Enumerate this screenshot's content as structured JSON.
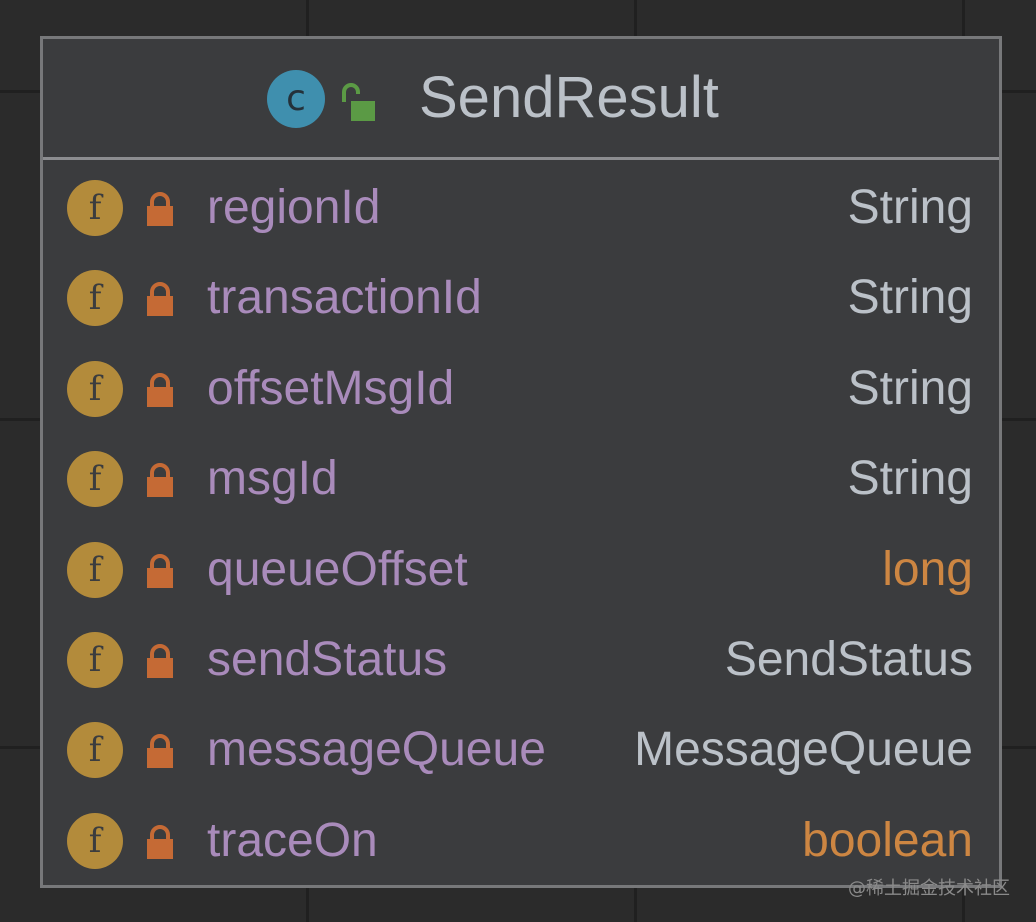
{
  "class": {
    "name": "SendResult",
    "kind_letter": "c",
    "kind_icon": "class-icon",
    "visibility_icon": "unlocked-padlock-icon"
  },
  "field_icon_letter": "f",
  "fields": [
    {
      "name": "regionId",
      "type": "String",
      "primitive": false
    },
    {
      "name": "transactionId",
      "type": "String",
      "primitive": false
    },
    {
      "name": "offsetMsgId",
      "type": "String",
      "primitive": false
    },
    {
      "name": "msgId",
      "type": "String",
      "primitive": false
    },
    {
      "name": "queueOffset",
      "type": "long",
      "primitive": true
    },
    {
      "name": "sendStatus",
      "type": "SendStatus",
      "primitive": false
    },
    {
      "name": "messageQueue",
      "type": "MessageQueue",
      "primitive": false
    },
    {
      "name": "traceOn",
      "type": "boolean",
      "primitive": true
    }
  ],
  "watermark": "@稀土掘金技术社区",
  "colors": {
    "background": "#2b2b2b",
    "box": "#3b3c3e",
    "class_icon": "#3f8fae",
    "field_icon": "#b38b3b",
    "unlock_icon": "#5b9a45",
    "lock_icon": "#c56a35",
    "field_name": "#a98bbb",
    "reference_type": "#bbc1c8",
    "primitive_type": "#cd8642"
  }
}
